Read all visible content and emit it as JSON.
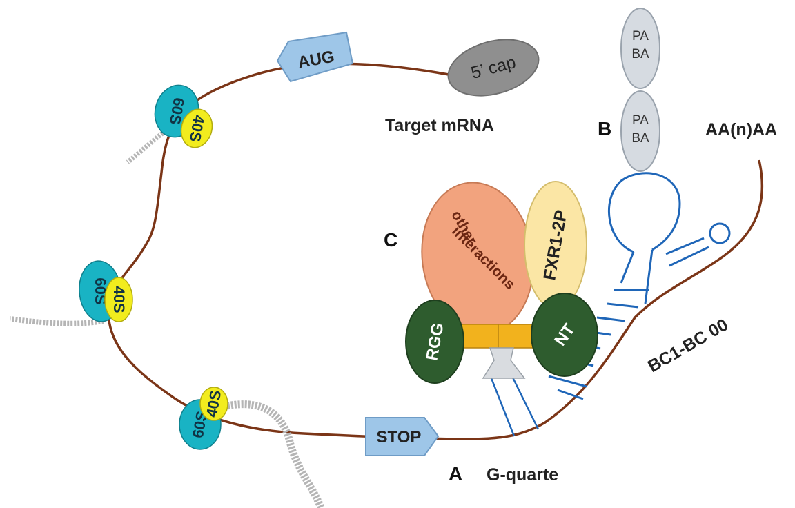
{
  "labels": {
    "aug": "AUG",
    "cap": "5’ cap",
    "target_mrna": "Target mRNA",
    "stop": "STOP",
    "polya": "AA(n)AA",
    "bc1": "BC1-BC 00",
    "gquartet": "G-quarte",
    "pabp": "PA",
    "pabp2": "BA",
    "fxr": "FXR1-2P",
    "other1": "other",
    "other2": "interactions",
    "rgg": "RGG",
    "nt": "NT",
    "ribosome_large": "60S",
    "ribosome_small": "40S"
  },
  "markers": {
    "a": "A",
    "b": "B",
    "c": "C"
  },
  "colors": {
    "mrna": "#7b3517",
    "ribosome_large": "#19b3c4",
    "ribosome_small": "#f2ec1e",
    "arrow_box": "#9ec6e8",
    "rna_stem": "#1f66b8",
    "pabp": "#d6dbe1",
    "fmrp_domain": "#2e5c2e",
    "linker": "#f2b21d",
    "other": "#f2a37e",
    "fxr": "#fbe6a5"
  }
}
